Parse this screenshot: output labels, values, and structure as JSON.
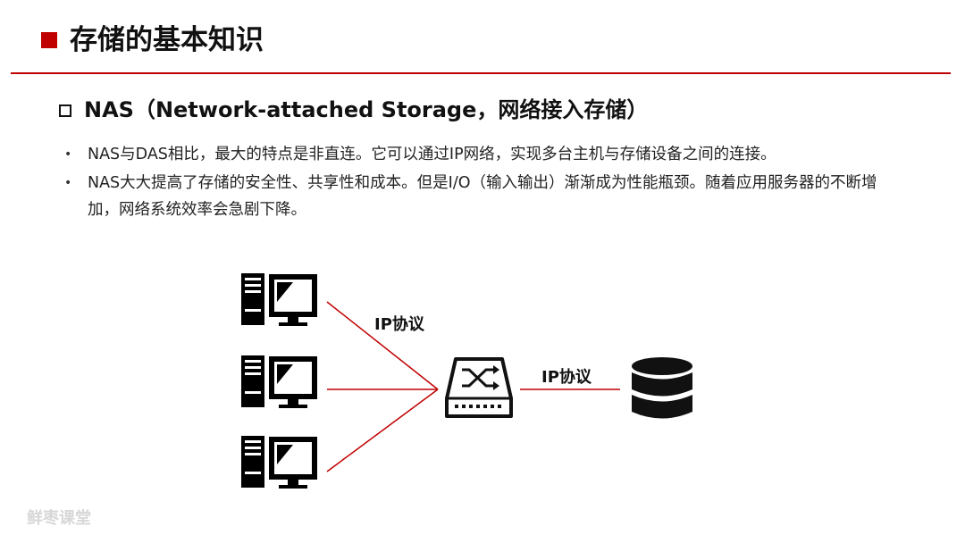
{
  "slide": {
    "title": "存储的基本知识",
    "section_title": "NAS（Network-attached Storage，网络接入存储）",
    "bullet_marker": "•",
    "bullets": [
      "NAS与DAS相比，最大的特点是非直连。它可以通过IP网络，实现多台主机与存储设备之间的连接。",
      "NAS大大提高了存储的安全性、共享性和成本。但是I/O（输入输出）渐渐成为性能瓶颈。随着应用服务器的不断增加，网络系统效率会急剧下降。"
    ]
  },
  "diagram": {
    "link_label_hosts": "IP协议",
    "link_label_storage": "IP协议",
    "line_color": "#c00000",
    "icons": [
      "computer-icon",
      "computer-icon",
      "computer-icon",
      "network-switch-icon",
      "database-icon"
    ]
  },
  "watermark": "鲜枣课堂",
  "colors": {
    "accent": "#c00000",
    "text": "#111111",
    "watermark": "#d7d7d7"
  }
}
